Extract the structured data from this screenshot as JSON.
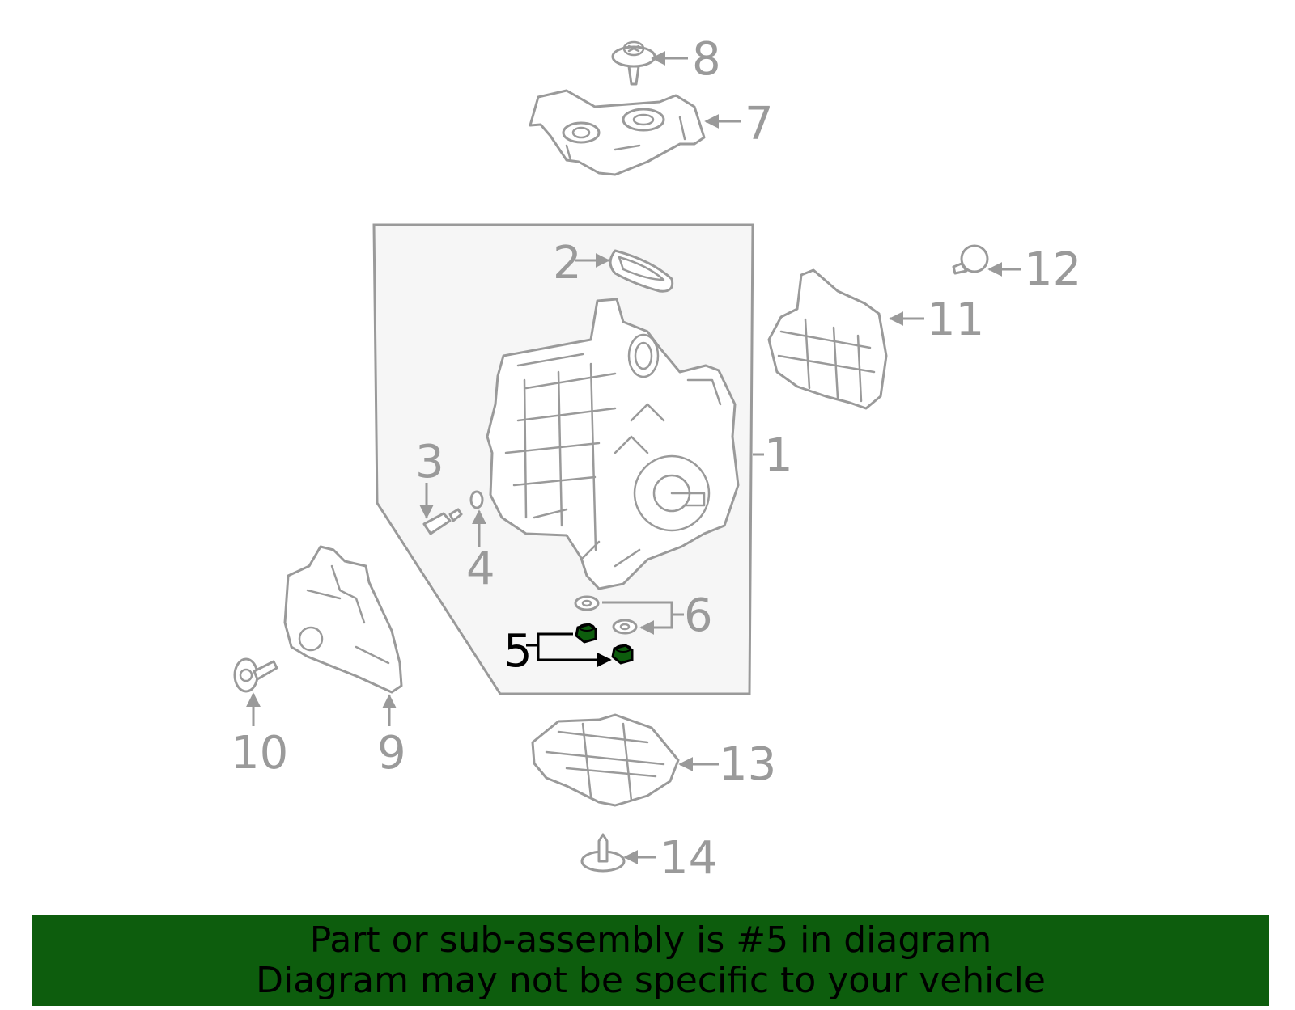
{
  "callouts": {
    "c1": "1",
    "c2": "2",
    "c3": "3",
    "c4": "4",
    "c5": "5",
    "c6": "6",
    "c7": "7",
    "c8": "8",
    "c9": "9",
    "c10": "10",
    "c11": "11",
    "c12": "12",
    "c13": "13",
    "c14": "14"
  },
  "highlighted_part": "5",
  "banner": {
    "line1": "Part or sub-assembly is #5 in diagram",
    "line2": "Diagram may not be specific to your vehicle"
  },
  "colors": {
    "banner_bg": "#0d5d0d",
    "highlight_part": "#0d5d0d",
    "outline": "#9a9a9a",
    "assembly_panel": "#f6f6f6"
  }
}
